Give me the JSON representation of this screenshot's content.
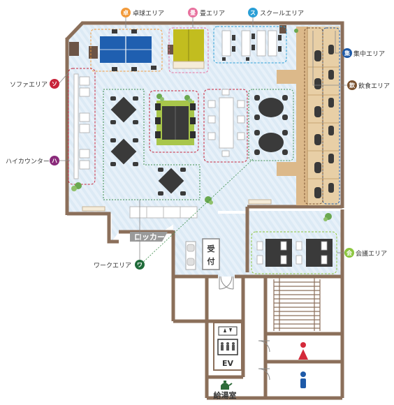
{
  "colors": {
    "wall": "#8b6f5a",
    "floor": "#dceaf5",
    "floor_stripe": "#eef5fb",
    "table_dark": "#3a3a3a",
    "pingpong": "#1f5fb0",
    "tatami": "#c2bd1f",
    "tatami_green": "#a8c64a",
    "dashed_line": "#3f8f4e",
    "wood": "#dcb98a",
    "wood_dark": "#b8915f",
    "locker_gray": "#9a9a9a"
  },
  "legend": {
    "takkyu": {
      "badge": "卓",
      "label": "卓球エリア",
      "color": "#f29a3a",
      "icon": "pingpong-badge"
    },
    "tatami": {
      "badge": "畳",
      "label": "畳エリア",
      "color": "#e8719e",
      "icon": "tatami-badge"
    },
    "school": {
      "badge": "ス",
      "label": "スクールエリア",
      "color": "#2a9fd6",
      "icon": "school-badge"
    },
    "shuchu": {
      "badge": "集",
      "label": "集中エリア",
      "color": "#1e5aa8",
      "icon": "focus-badge"
    },
    "inshoku": {
      "badge": "飲",
      "label": "飲食エリア",
      "color": "#7a5230",
      "icon": "dining-badge"
    },
    "sofa": {
      "badge": "ソ",
      "label": "ソファエリア",
      "color": "#c8243a",
      "icon": "sofa-badge"
    },
    "high": {
      "badge": "ハ",
      "label": "ハイカウンター",
      "color": "#8a2a7a",
      "icon": "counter-badge"
    },
    "work": {
      "badge": "ワ",
      "label": "ワークエリア",
      "color": "#1f6b3a",
      "icon": "work-badge"
    },
    "kaigi": {
      "badge": "会",
      "label": "会議エリア",
      "color": "#8cc63f",
      "icon": "meeting-badge"
    }
  },
  "rooms": {
    "locker": "ロッカー",
    "reception_1": "受",
    "reception_2": "付",
    "ev": "EV",
    "kitchen": "給湯室"
  }
}
